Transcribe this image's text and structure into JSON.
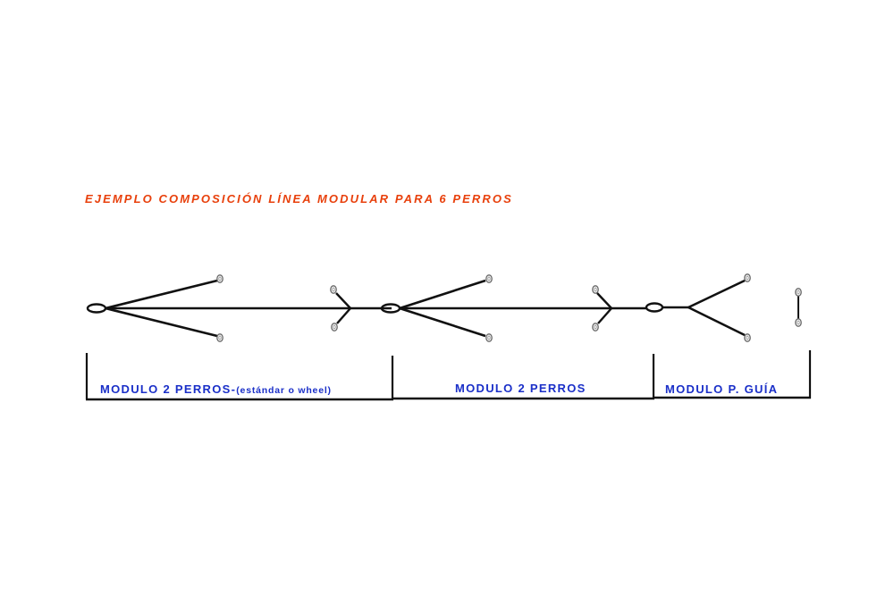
{
  "title": "EJEMPLO COMPOSICIÓN LÍNEA MODULAR PARA 6 PERROS",
  "modules": [
    {
      "label_main": "MODULO 2 PERROS-",
      "label_sub": "(estándar o wheel)"
    },
    {
      "label_main": "MODULO 2 PERROS",
      "label_sub": ""
    },
    {
      "label_main": "MODULO P. GUÍA",
      "label_sub": ""
    }
  ],
  "colors": {
    "title": "#e8400c",
    "labels": "#1a2fc8",
    "lines": "#111111"
  }
}
